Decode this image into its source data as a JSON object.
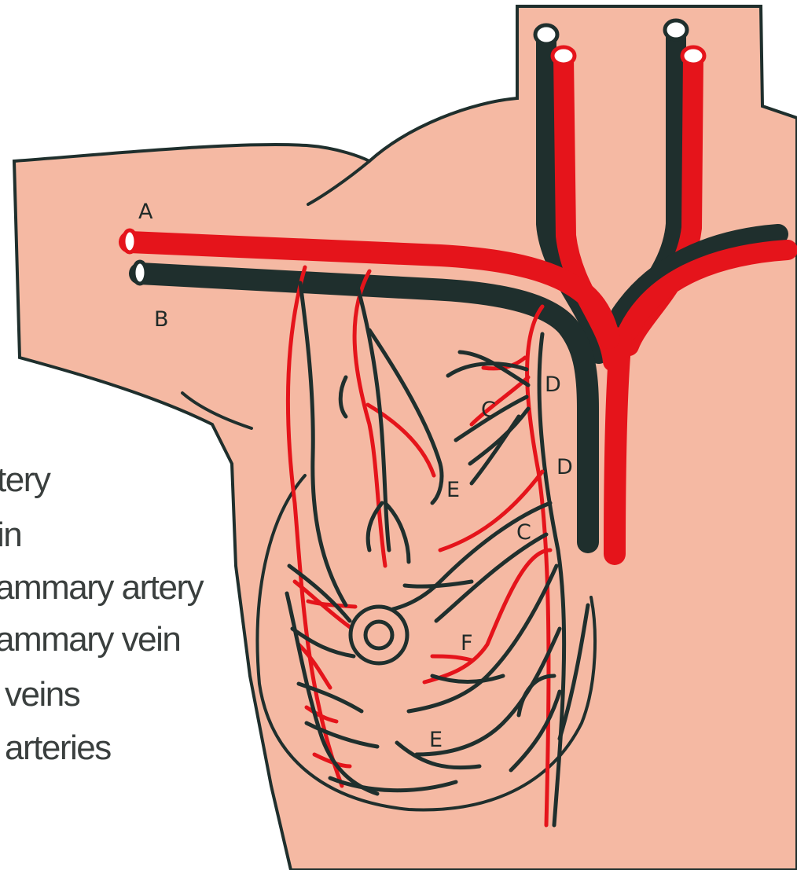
{
  "colors": {
    "skin": "#f5b9a3",
    "outline": "#1f2f2d",
    "artery": "#e5141b",
    "vein": "#1f2f2d",
    "background": "#ffffff"
  },
  "labels": {
    "A": "A",
    "B": "B",
    "C_upper": "C",
    "C_lower": "C",
    "D_upper": "D",
    "D_lower": "D",
    "E_upper": "E",
    "E_lower": "E",
    "F": "F"
  },
  "legend": [
    "tery",
    "in",
    "ammary artery",
    "ammary vein",
    "veins",
    "arteries"
  ]
}
